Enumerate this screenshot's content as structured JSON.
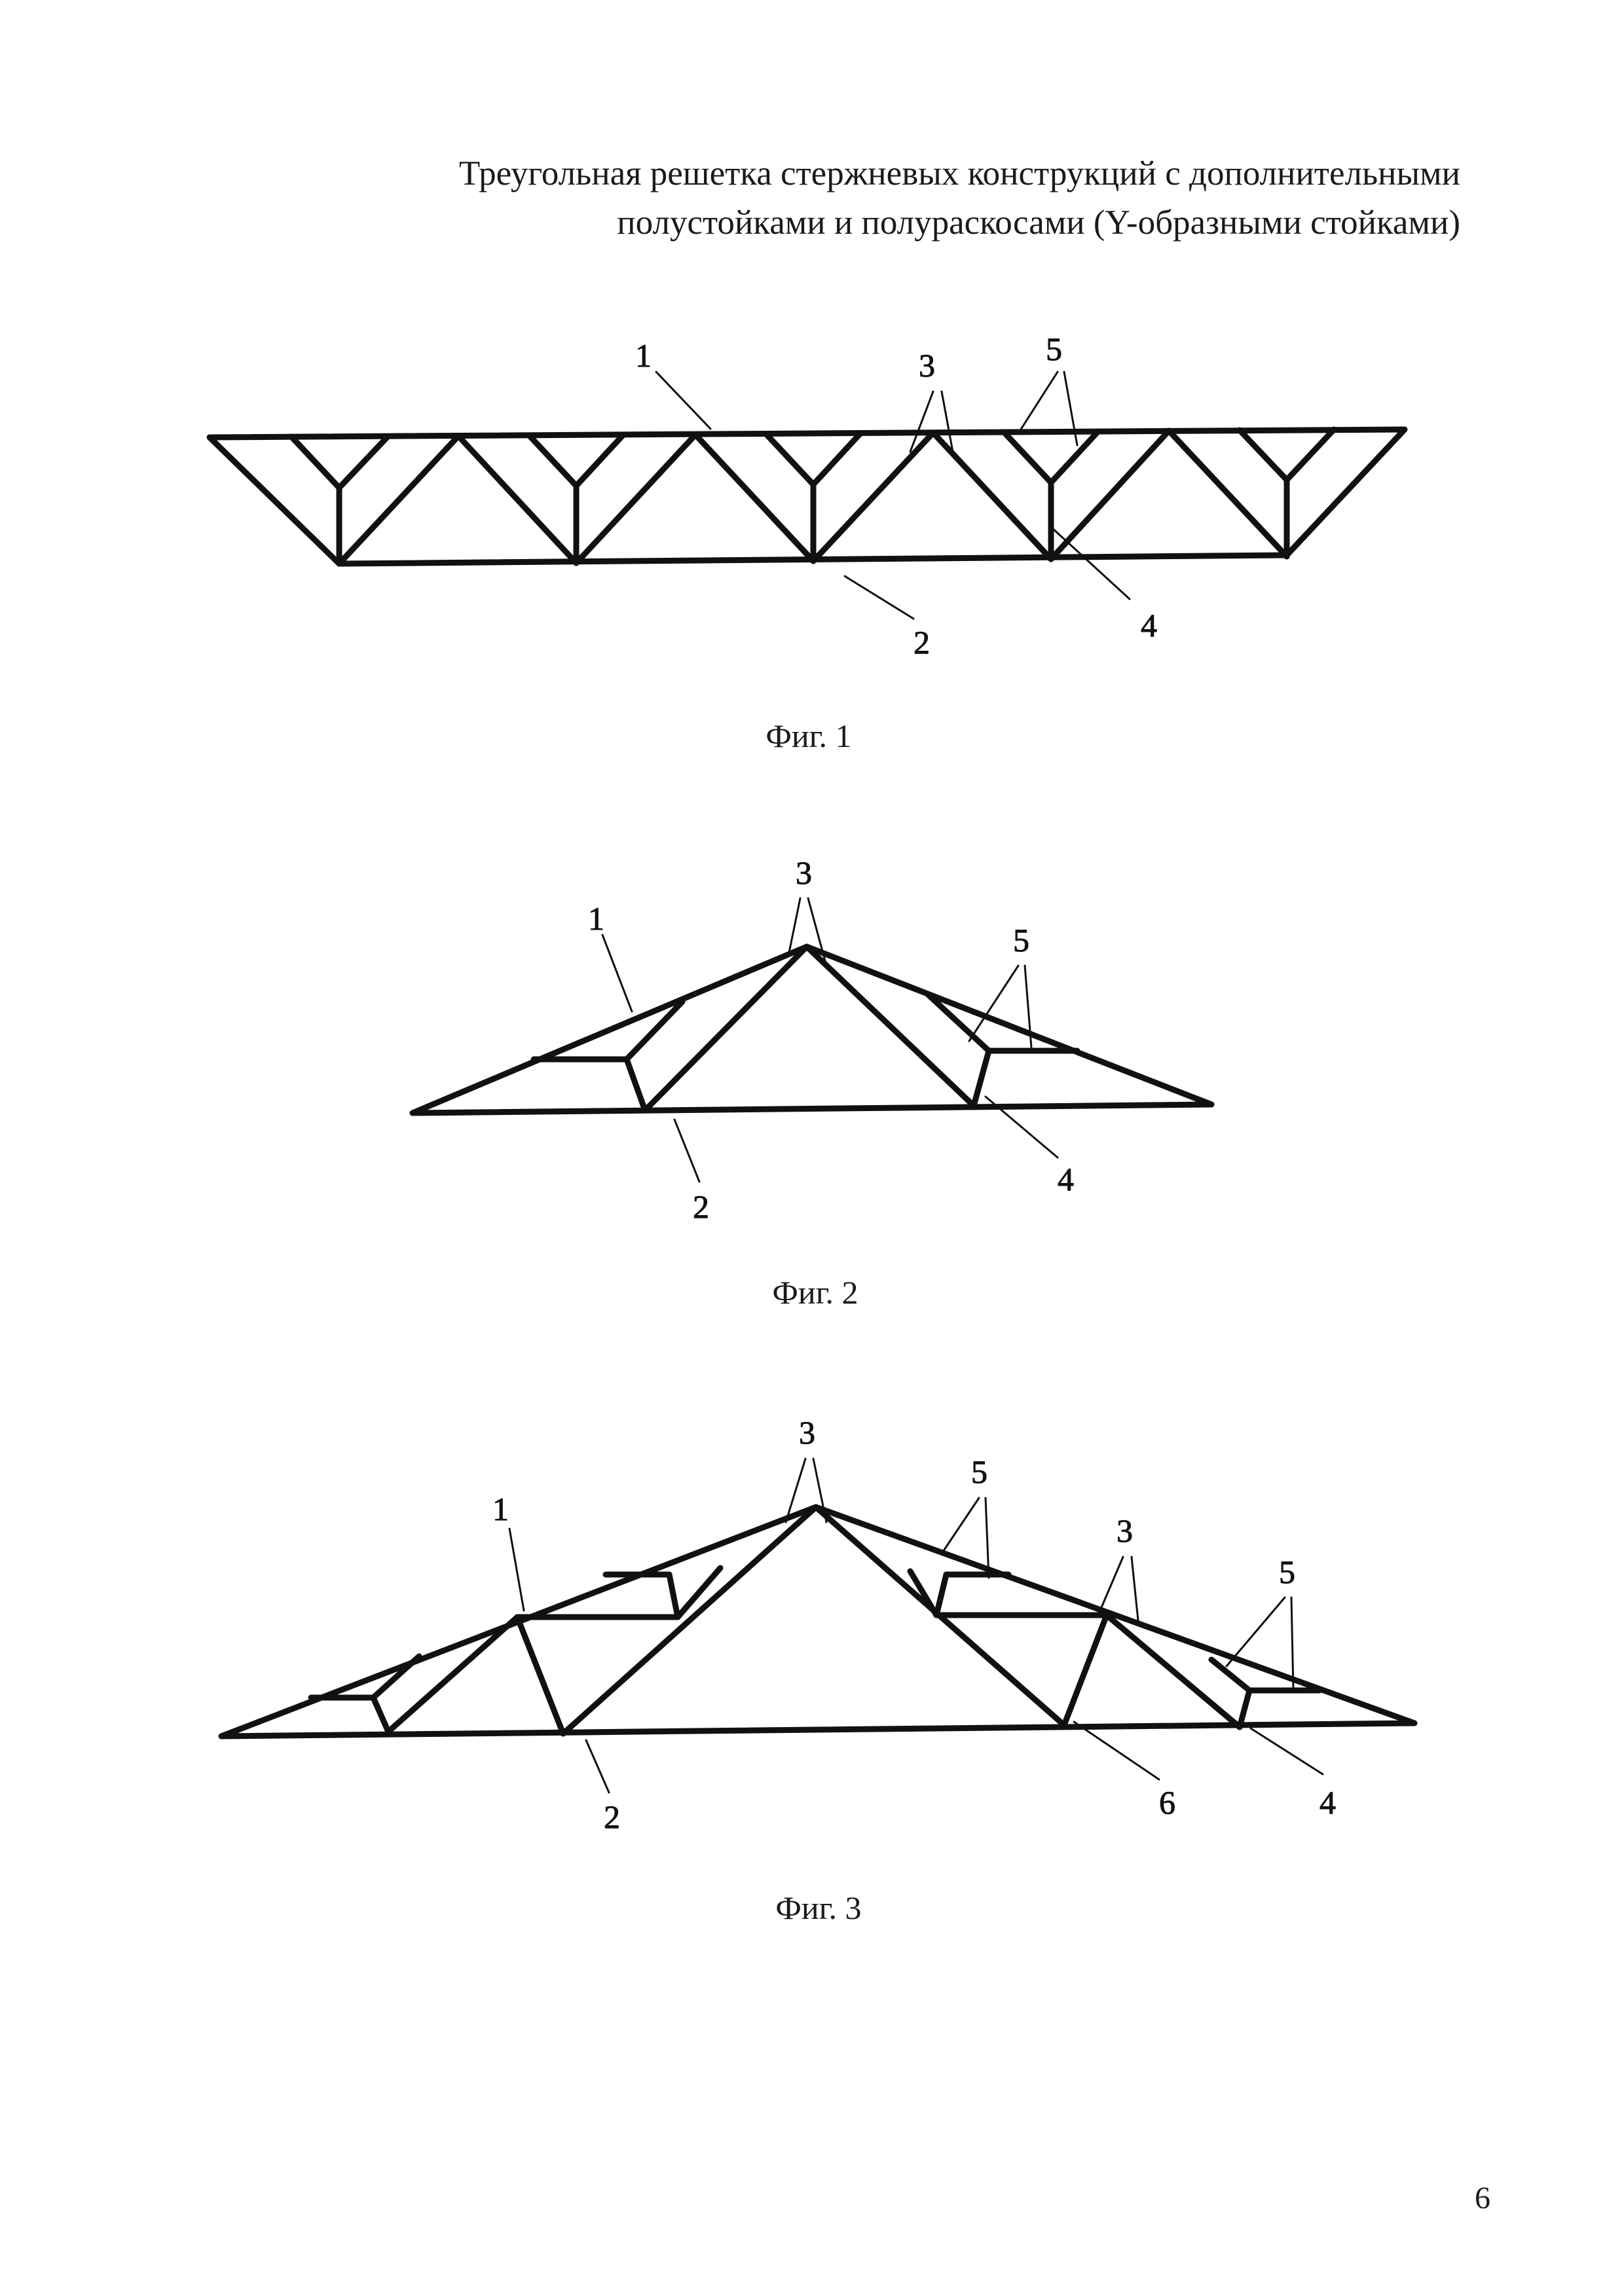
{
  "title_lines": [
    "Треугольная решетка стержневых конструкций с дополнительными",
    "полустойками и полураскосами (Y-образными стойками)"
  ],
  "page_number": "6",
  "figures": [
    {
      "caption": "Фиг. 1",
      "labels": [
        "1",
        "3",
        "5",
        "2",
        "4"
      ]
    },
    {
      "caption": "Фиг. 2",
      "labels": [
        "3",
        "1",
        "5",
        "2",
        "4"
      ]
    },
    {
      "caption": "Фиг. 3",
      "labels": [
        "3",
        "5",
        "1",
        "3",
        "5",
        "2",
        "6",
        "4"
      ]
    }
  ],
  "colors": {
    "ink": "#111111",
    "paper": "#ffffff"
  }
}
